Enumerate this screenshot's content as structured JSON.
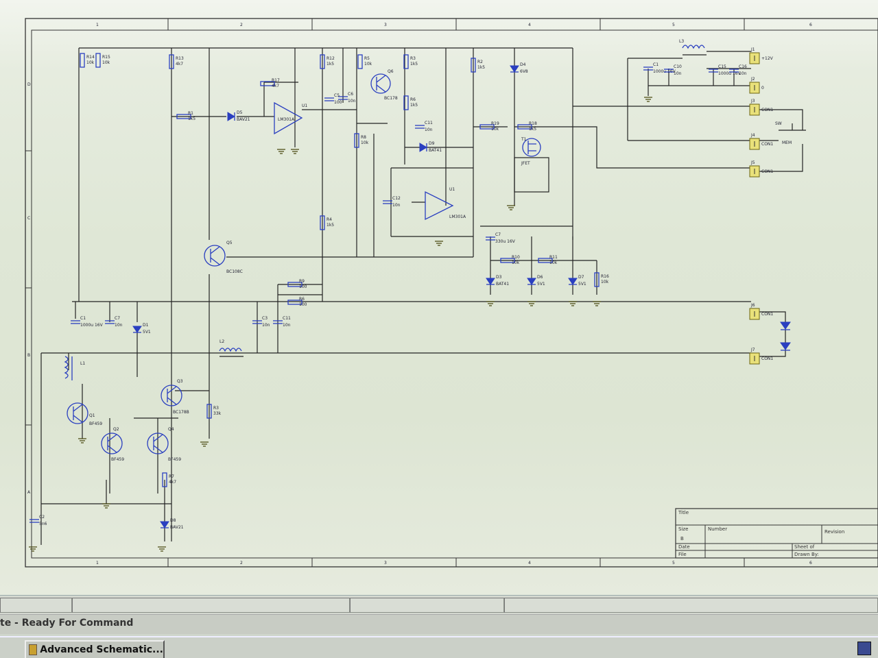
{
  "statusbar": {
    "command_text": "te - Ready For Command"
  },
  "taskbar": {
    "task_label": "Advanced Schematic...",
    "app_icon": "schematic-app-icon"
  },
  "schematic": {
    "resistors": [
      {
        "ref": "R14",
        "val": "10k"
      },
      {
        "ref": "R15",
        "val": "10k"
      },
      {
        "ref": "R13",
        "val": "4k7"
      },
      {
        "ref": "R17",
        "val": "4k7"
      },
      {
        "ref": "R1",
        "val": "1k5"
      },
      {
        "ref": "R12",
        "val": "1k5"
      },
      {
        "ref": "R5",
        "val": "10k"
      },
      {
        "ref": "R3",
        "val": "1k5"
      },
      {
        "ref": "R6",
        "val": "1k5"
      },
      {
        "ref": "R8",
        "val": "10k"
      },
      {
        "ref": "R19",
        "val": "10k"
      },
      {
        "ref": "R4",
        "val": "1k5"
      },
      {
        "ref": "R18",
        "val": "1k5"
      },
      {
        "ref": "R2",
        "val": "1k5"
      },
      {
        "ref": "R16",
        "val": "10k"
      },
      {
        "ref": "R10",
        "val": "10k"
      },
      {
        "ref": "R11",
        "val": "10k"
      },
      {
        "ref": "R9",
        "val": "100"
      },
      {
        "ref": "R6",
        "val": "100"
      },
      {
        "ref": "R7",
        "val": "4k7"
      },
      {
        "ref": "R3",
        "val": "33k"
      }
    ],
    "capacitors": [
      {
        "ref": "C6",
        "val": "10n"
      },
      {
        "ref": "C5",
        "val": "100"
      },
      {
        "ref": "C11",
        "val": "10n"
      },
      {
        "ref": "C12",
        "val": "10n"
      },
      {
        "ref": "C1",
        "val": "1000u 16V"
      },
      {
        "ref": "C10",
        "val": "10n"
      },
      {
        "ref": "C15",
        "val": "1000u 16V"
      },
      {
        "ref": "C16",
        "val": "10n"
      },
      {
        "ref": "C1",
        "val": "1000u 16V"
      },
      {
        "ref": "C7",
        "val": "10n"
      },
      {
        "ref": "C7",
        "val": "330u 16V"
      },
      {
        "ref": "C3",
        "val": "10n"
      },
      {
        "ref": "C11",
        "val": "10n"
      },
      {
        "ref": "C2",
        "val": "5n6"
      }
    ],
    "semis": [
      {
        "ref": "D5",
        "val": "BAV21"
      },
      {
        "ref": "D9",
        "val": "BAT41"
      },
      {
        "ref": "D4",
        "val": "6V8"
      },
      {
        "ref": "D3",
        "val": "BAT41"
      },
      {
        "ref": "D6",
        "val": "5V1"
      },
      {
        "ref": "D7",
        "val": "5V1"
      },
      {
        "ref": "D1",
        "val": "5V1"
      },
      {
        "ref": "D8",
        "val": "BAV21"
      },
      {
        "ref": "Q6",
        "val": "BC178"
      },
      {
        "ref": "Q5",
        "val": "BC108C"
      },
      {
        "ref": "Q3",
        "val": "BC178B"
      },
      {
        "ref": "Q2",
        "val": "BF459"
      },
      {
        "ref": "Q1",
        "val": "BF459"
      },
      {
        "ref": "Q4",
        "val": "BF459"
      },
      {
        "ref": "T1",
        "val": "JFET"
      },
      {
        "ref": "U1",
        "val": "LM301A"
      },
      {
        "ref": "U1",
        "val": "LM301A"
      }
    ],
    "inductors": [
      {
        "ref": "L1",
        "val": ""
      },
      {
        "ref": "L2",
        "val": ""
      },
      {
        "ref": "L3",
        "val": ""
      }
    ],
    "connectors": [
      {
        "ref": "J1",
        "val": "+12V"
      },
      {
        "ref": "J2",
        "val": "0"
      },
      {
        "ref": "J3",
        "val": "CON1"
      },
      {
        "ref": "J4",
        "val": "CON1"
      },
      {
        "ref": "J5",
        "val": "CON1"
      },
      {
        "ref": "J6",
        "val": "CON1"
      },
      {
        "ref": "J7",
        "val": "CON1"
      }
    ],
    "switch": {
      "ref": "SW",
      "val": "MEM"
    },
    "title_block": {
      "title": "Title",
      "size": "Size",
      "size_val": "B",
      "number": "Number",
      "revision": "Revision",
      "date": "Date",
      "file": "File",
      "sheet": "Sheet of",
      "drawn": "Drawn By:"
    },
    "frame_cols": [
      "1",
      "2",
      "3",
      "4",
      "5",
      "6"
    ],
    "frame_rows": [
      "D",
      "C",
      "B",
      "A"
    ]
  }
}
